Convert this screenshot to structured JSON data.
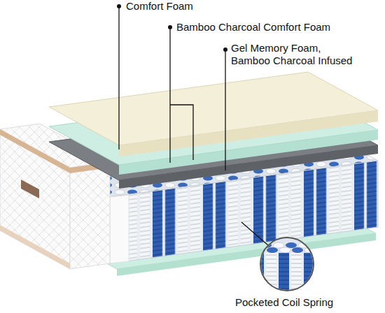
{
  "diagram": {
    "labels": [
      "Comfort Foam",
      "Bamboo Charcoal Comfort Foam",
      "Gel Memory Foam, Bamboo Charcoal Infused",
      "Pocketed Coil Spring"
    ]
  }
}
